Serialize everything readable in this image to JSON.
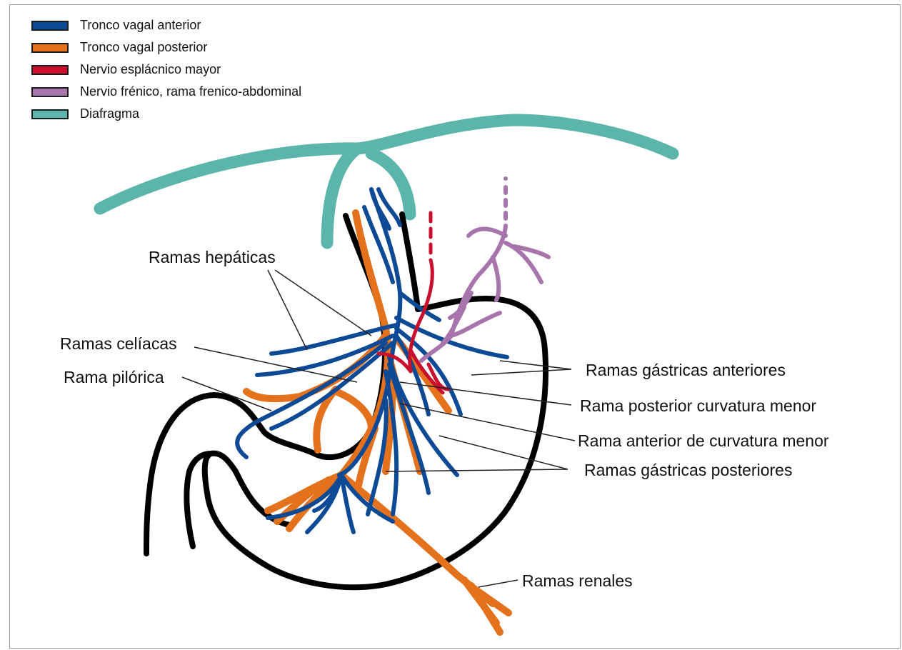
{
  "colors": {
    "anterior_vagal": "#0d4a96",
    "posterior_vagal": "#e4711c",
    "splanchnic": "#c8102e",
    "phrenic": "#a774ac",
    "diaphragm": "#5cb5ab",
    "stomach_outline": "#000000"
  },
  "legend": [
    {
      "label": "Tronco vagal anterior",
      "color": "#0d4a96"
    },
    {
      "label": "Tronco vagal posterior",
      "color": "#e4711c"
    },
    {
      "label": "Nervio esplácnico mayor",
      "color": "#c8102e"
    },
    {
      "label": "Nervio frénico, rama frenico-abdominal",
      "color": "#a774ac"
    },
    {
      "label": "Diafragma",
      "color": "#5cb5ab"
    }
  ],
  "labels": {
    "ramas_hepaticas": "Ramas hepáticas",
    "ramas_celiacas": "Ramas celíacas",
    "rama_pilorica": "Rama pilórica",
    "ramas_gastricas_anteriores": "Ramas gástricas anteriores",
    "rama_posterior_curvatura_menor": "Rama posterior curvatura menor",
    "rama_anterior_curvatura_menor": "Rama anterior de curvatura menor",
    "ramas_gastricas_posteriores": "Ramas gástricas posteriores",
    "ramas_renales": "Ramas renales"
  }
}
